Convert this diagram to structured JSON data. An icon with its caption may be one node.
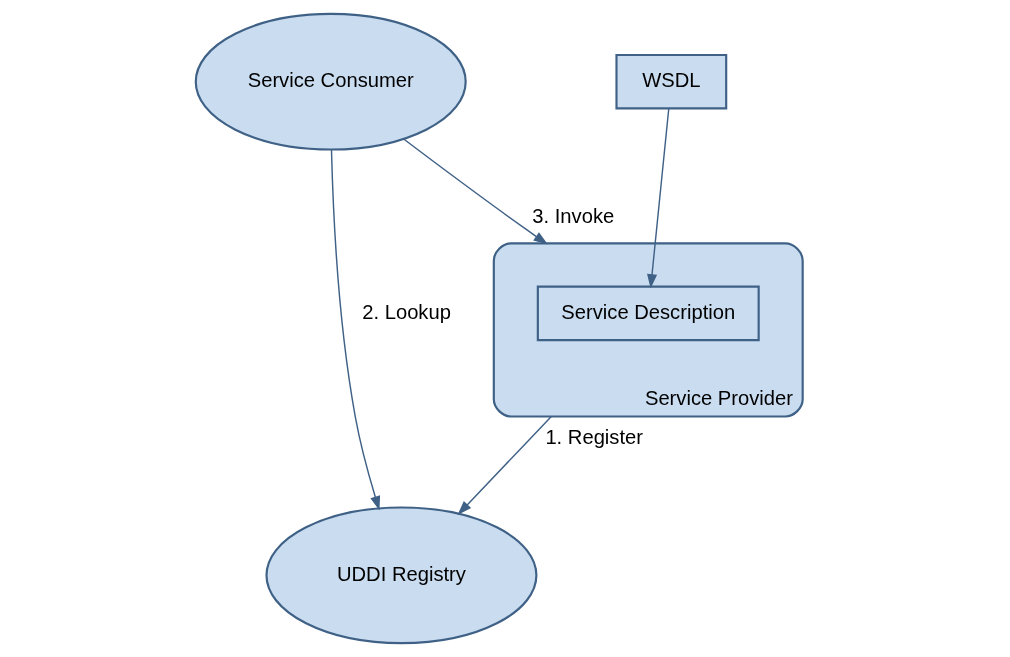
{
  "diagram": {
    "nodes": [
      {
        "text": [
          "UDDI Registry"
        ]
      },
      {
        "text": [
          "Service Consumer"
        ]
      },
      {
        "text": [
          "Service Provider"
        ]
      },
      {
        "text": [
          "Service Description"
        ],
        "in": 2
      },
      {
        "text": [
          "WSDL"
        ]
      }
    ],
    "edges": [
      {
        "from": 2,
        "to": 0,
        "arrow": "to",
        "label": "1. Register"
      },
      {
        "from": 1,
        "to": 0,
        "arrow": "to",
        "label": "2. Lookup"
      },
      {
        "from": 1,
        "to": 2,
        "arrow": "to",
        "label": "3. Invoke"
      },
      {
        "from": 4,
        "to": 3,
        "arrow": "to"
      }
    ]
  }
}
